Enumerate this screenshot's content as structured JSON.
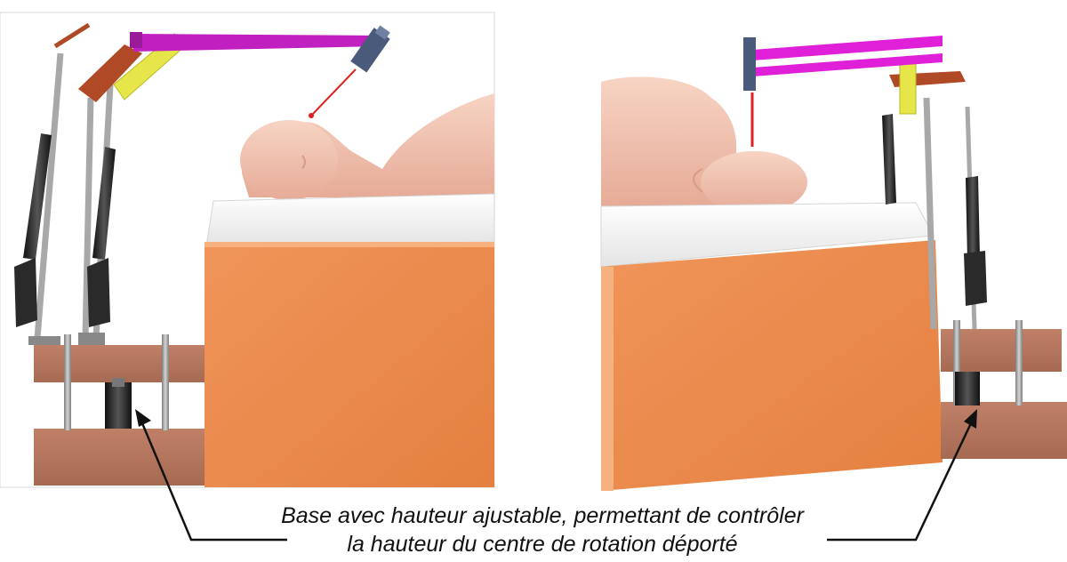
{
  "caption": {
    "line1": "Base avec hauteur ajustable, permettant de contrôler",
    "line2": "la hauteur du centre de rotation déporté"
  },
  "colors": {
    "table_orange": "#f4a261",
    "base_brown": "#b5775e",
    "arm_magenta": "#c020c0",
    "bracket_yellow": "#e6e64a",
    "bracket_rust": "#b04a26",
    "laser_red": "#e02020",
    "skin": "#f2c6b6",
    "mattress": "#f2f2f2",
    "piston_dark": "#2a2a2a",
    "rod_grey": "#a8a8a8"
  },
  "icons": [
    "left-rig-illustration",
    "right-rig-illustration",
    "left-arrow",
    "right-arrow"
  ]
}
